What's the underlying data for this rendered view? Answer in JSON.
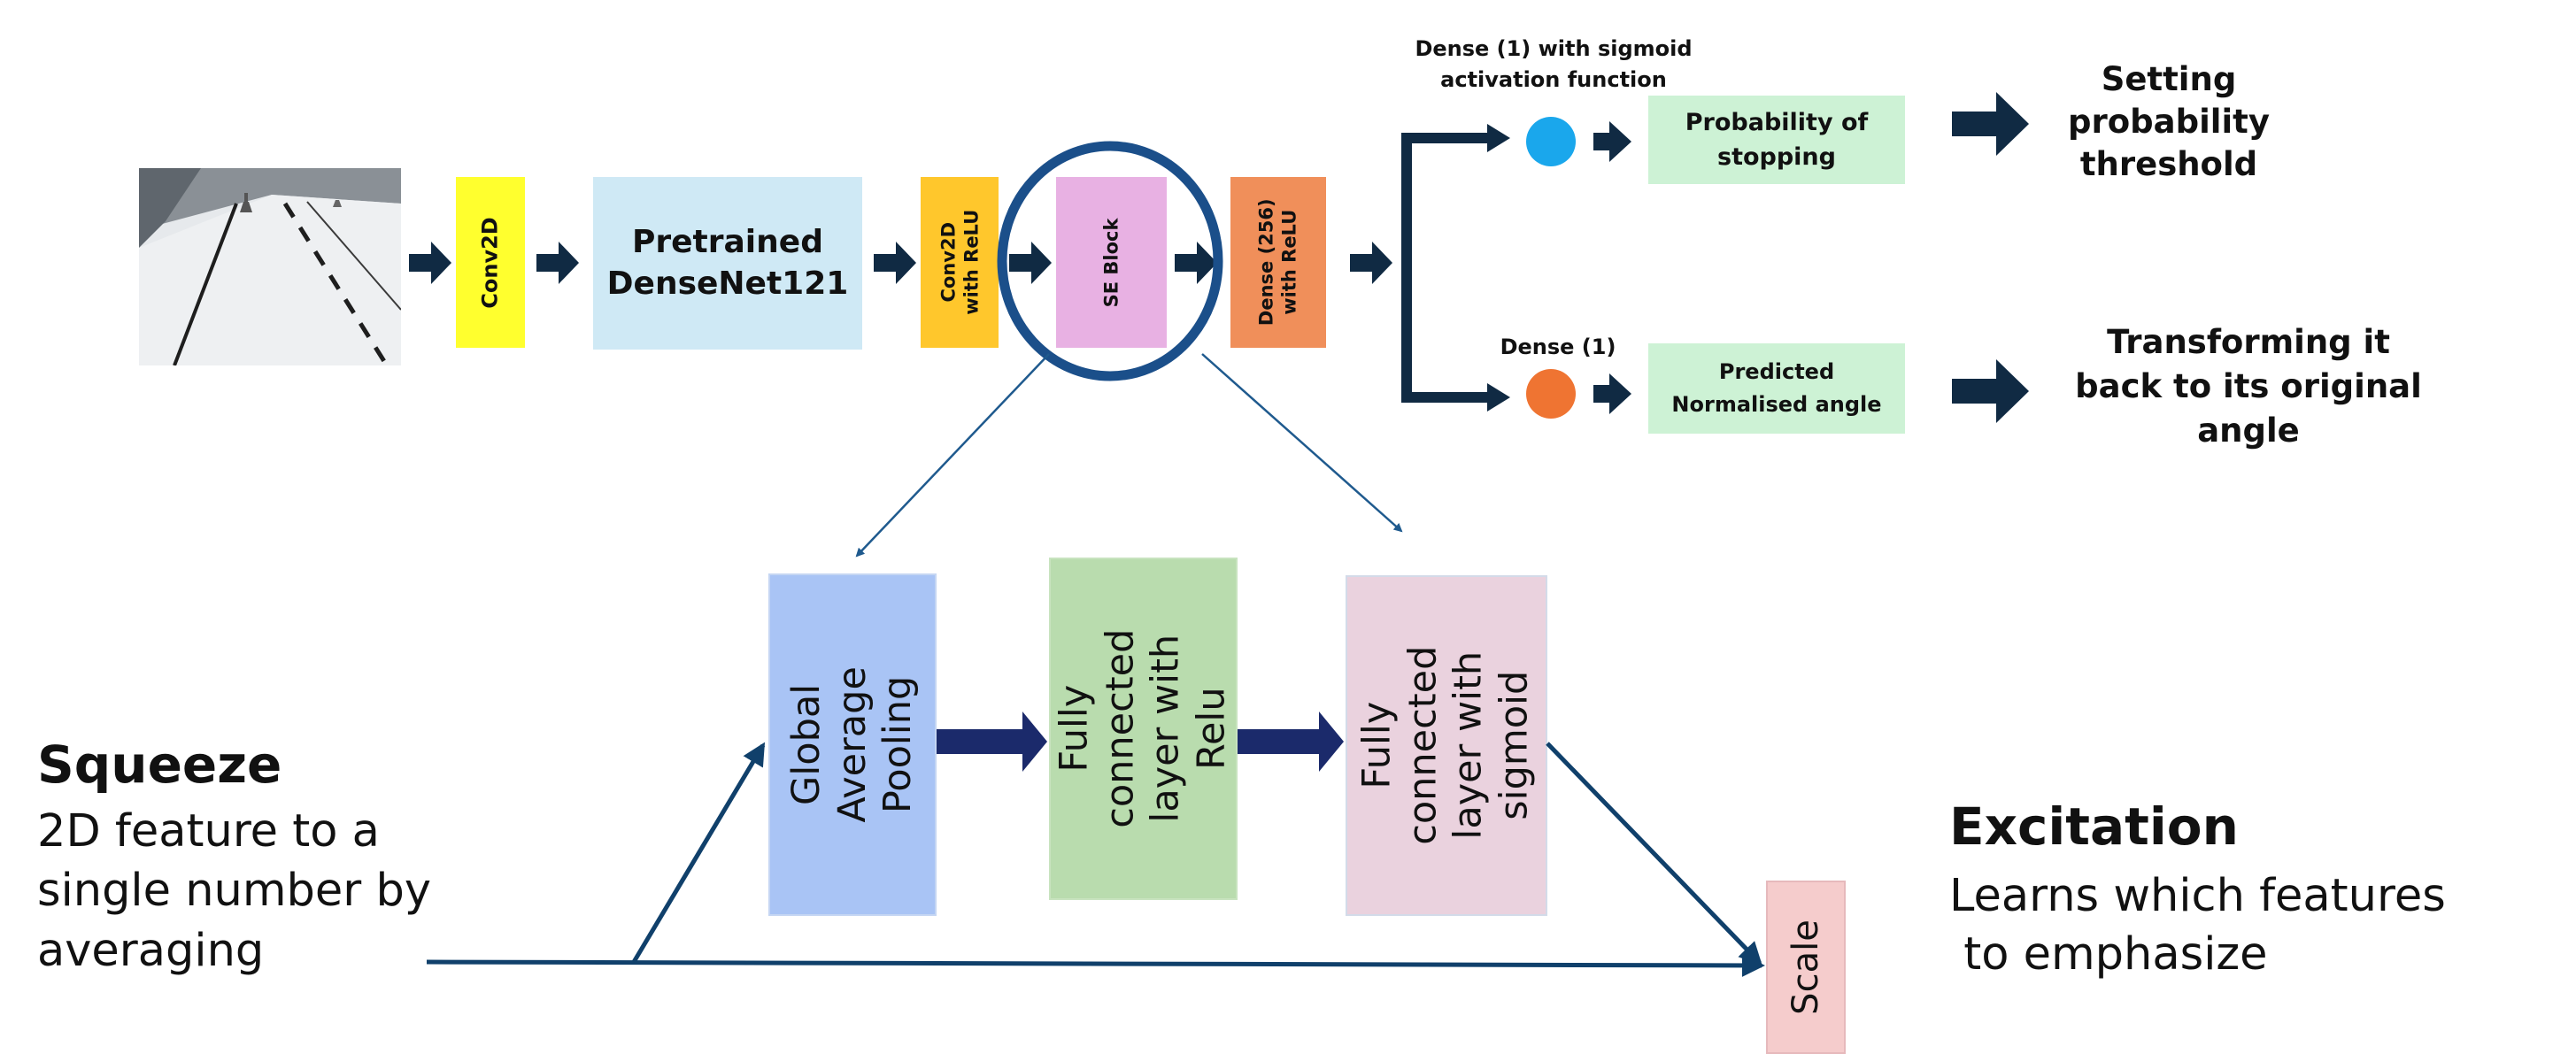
{
  "colors": {
    "arrow_dark": "#102a43",
    "arrow_blue": "#1b3a6b",
    "arrow_thin": "#1f5a8e",
    "se_circle": "#1b4f8a",
    "conv2d": "#ffff2e",
    "densenet": "#cfe9f5",
    "conv2d_relu": "#ffc72c",
    "se_block": "#e8b1e3",
    "dense256": "#f08f5a",
    "prob_box": "#cdf2d5",
    "angle_box": "#cdf2d5",
    "sigmoid_dot": "#1aa7ec",
    "dense1_dot": "#ef7432",
    "gap": "#a9c4f5",
    "fc_relu": "#b9dcae",
    "fc_sigmoid": "#ead2de",
    "scale": "#f5cccc"
  },
  "pipeline": {
    "conv2d": "Conv2D",
    "densenet": "Pretrained\nDenseNet121",
    "conv2d_relu": "Conv2D\nwith ReLU",
    "se_block": "SE Block",
    "dense256": "Dense (256)\nwith ReLU"
  },
  "heads": {
    "sigmoid_label": "Dense (1) with sigmoid\nactivation function",
    "dense1_label": "Dense (1)",
    "prob_box": "Probability of\nstopping",
    "angle_box": "Predicted\nNormalised angle",
    "prob_outcome": "Setting\nprobability\nthreshold",
    "angle_outcome": "Transforming it\nback to its original\nangle"
  },
  "se_detail": {
    "gap": "Global\nAverage\nPooling",
    "fc_relu": "Fully\nconnected\nlayer with\nRelu",
    "fc_sigmoid": "Fully\nconnected\nlayer with\nsigmoid",
    "scale": "Scale"
  },
  "squeeze": {
    "title": "Squeeze",
    "desc": "2D feature to a\nsingle number by\naveraging"
  },
  "excitation": {
    "title": "Excitation",
    "desc": "Learns which features\n to emphasize"
  }
}
